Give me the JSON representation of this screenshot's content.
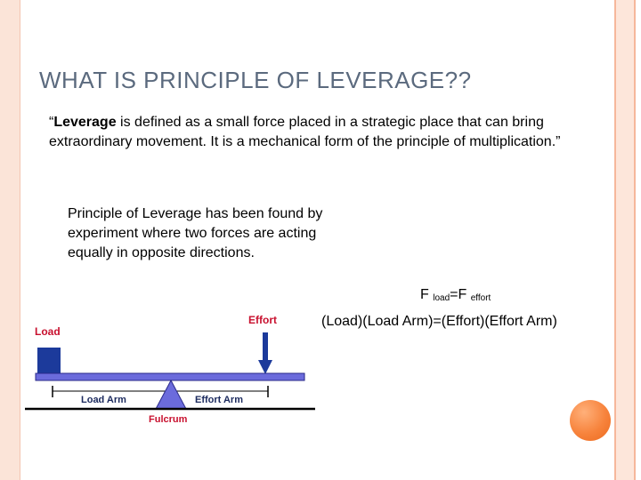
{
  "title": "WHAT IS PRINCIPLE OF LEVERAGE??",
  "definition": {
    "open_quote": "“",
    "term": "Leverage",
    "text": " is defined as a small force placed in a strategic place that can bring extraordinary movement.  It is a mechanical form of the principle of multiplication.”"
  },
  "experiment_text": "Principle of Leverage has been found by experiment where two forces are acting equally in opposite directions.",
  "formula": {
    "f1": "F",
    "sub1": "load",
    "eq": "=F",
    "sub2": "effort",
    "words": "(Load)(Load Arm)=(Effort)(Effort Arm)"
  },
  "diagram": {
    "load_label": "Load",
    "effort_label": "Effort",
    "load_arm_label": "Load Arm",
    "effort_arm_label": "Effort Arm",
    "fulcrum_label": "Fulcrum",
    "colors": {
      "load_label": "#c8102e",
      "effort_label": "#c8102e",
      "fulcrum_label": "#c8102e",
      "lever": "#6b6bdc",
      "load_box": "#1c3a9b",
      "arrow": "#1c3a9b",
      "arm_text": "#1b2a5e"
    }
  }
}
